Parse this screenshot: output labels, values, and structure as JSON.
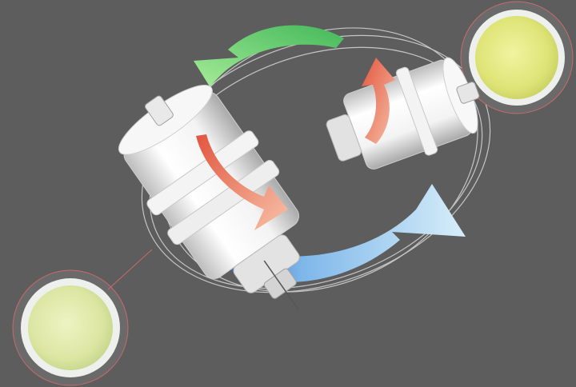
{
  "scene": {
    "background": "#5d5d5d",
    "objects": [
      {
        "name": "tea-cup-top-right",
        "liquid": "#e2e67a"
      },
      {
        "name": "tea-cup-bottom-left",
        "liquid": "#dde7a6"
      },
      {
        "name": "cylinder-large-left"
      },
      {
        "name": "cylinder-small-right"
      },
      {
        "name": "rotation-arrow-green",
        "color": "#7fd983"
      },
      {
        "name": "rotation-arrow-blue",
        "color": "#a9d8ef"
      },
      {
        "name": "spin-arrow-salmon",
        "color": "#f1a088"
      }
    ]
  }
}
